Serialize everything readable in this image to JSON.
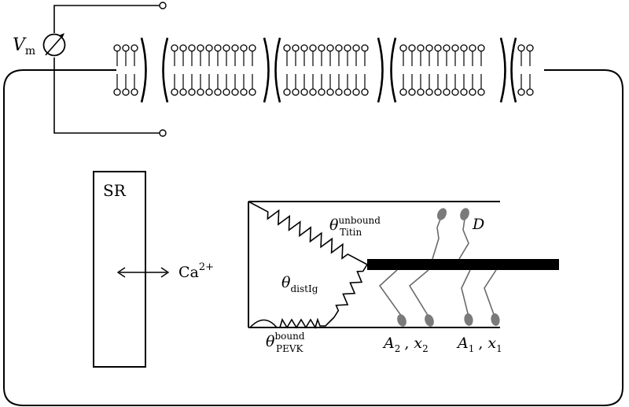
{
  "voltmeter": {
    "symbol": "V",
    "subscript": "m"
  },
  "compartment": {
    "sr_label": "SR",
    "ion_base": "Ca",
    "ion_charge": "2+"
  },
  "springs": {
    "titin": {
      "symbol": "θ",
      "sub": "Titin",
      "sup": "unbound"
    },
    "distig": {
      "symbol": "θ",
      "sub": "distIg"
    },
    "pevk": {
      "symbol": "θ",
      "sub": "PEVK",
      "sup": "bound"
    }
  },
  "crossbridge": {
    "d": "D",
    "a2": "A",
    "a2_sub": "2",
    "x2": "x",
    "x2_sub": "2",
    "a1": "A",
    "a1_sub": "1",
    "x1": "x",
    "x1_sub": "1",
    "sep": ","
  },
  "membrane": {
    "segment_lipid_counts": [
      3,
      10,
      10,
      10,
      2
    ]
  },
  "colors": {
    "line": "#000000",
    "head": "#7a7a7a",
    "lever": "#6a6a6a"
  }
}
